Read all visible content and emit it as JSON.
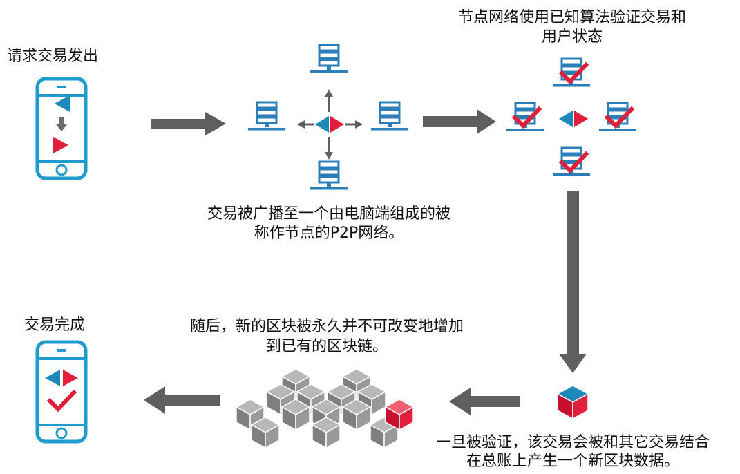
{
  "steps": {
    "request": {
      "label": "请求交易发出"
    },
    "broadcast": {
      "line1": "交易被广播至一个由电脑端组成的被",
      "line2": "称作节点的P2P网络。"
    },
    "validate": {
      "line1": "节点网络使用已知算法验证交易和",
      "line2": "用户状态"
    },
    "block": {
      "line1": "一旦被验证，该交易会被和其它交易结合",
      "line2": "在总账上产生一个新区块数据。"
    },
    "chain": {
      "line1": "随后，新的区块被永久并不可改变地增加",
      "line2": "到已有的区块链。"
    },
    "complete": {
      "label": "交易完成"
    }
  },
  "colors": {
    "phone": "#1e9bcf",
    "server": "#2b7fb8",
    "blue_triangle": "#1e88b8",
    "red": "#e0203a",
    "arrow": "#5f5f5f",
    "block_grey": "#8a8a8a"
  },
  "icons": [
    "phone-icon",
    "server-icon",
    "transaction-icon",
    "checkmark-icon",
    "cube-icon",
    "arrow-icon"
  ]
}
